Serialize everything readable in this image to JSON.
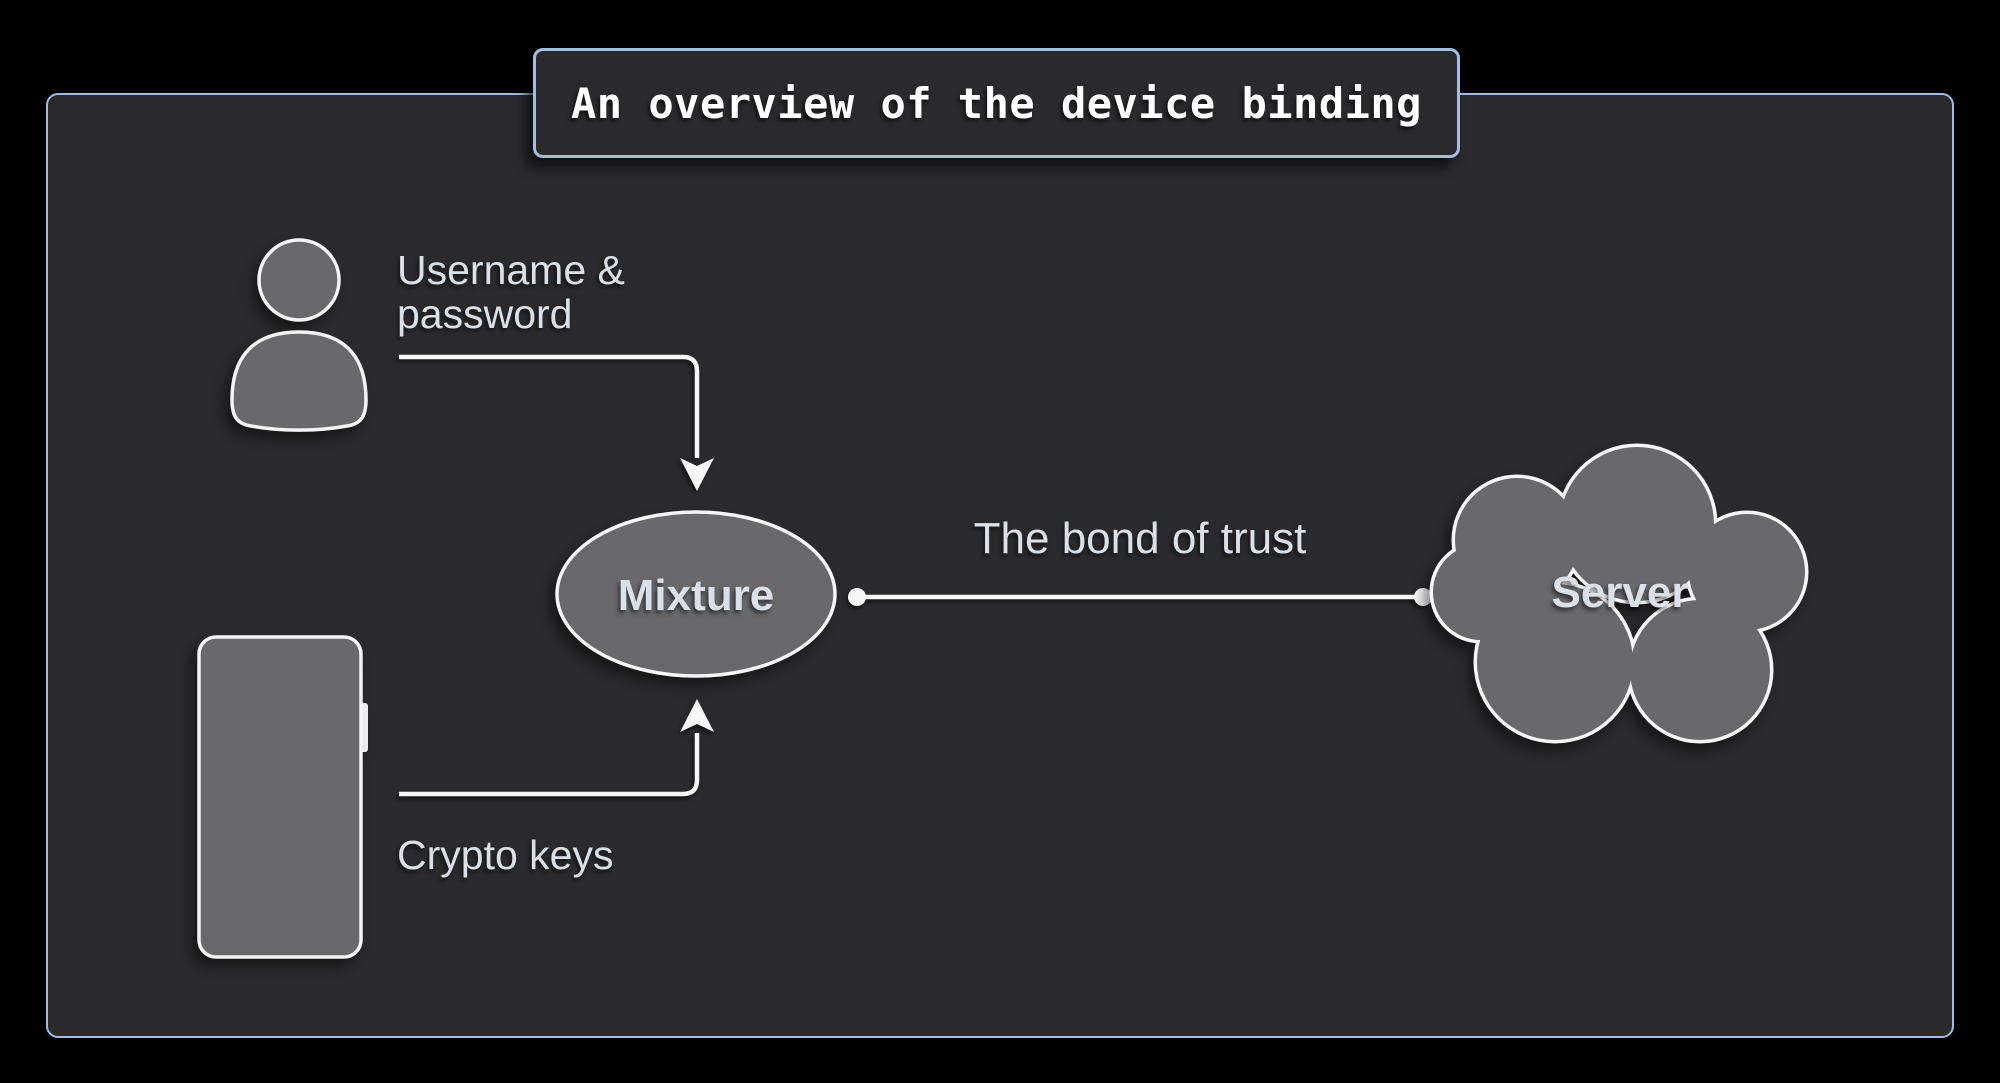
{
  "title": "An overview of the device binding",
  "labels": {
    "user_input": "Username &\npassword",
    "device_input": "Crypto keys",
    "bond": "The bond of trust"
  },
  "nodes": {
    "mixture": "Mixture",
    "server": "Server"
  },
  "icons": {
    "user": "user-icon",
    "device": "phone-icon",
    "server": "cloud-icon"
  },
  "colors": {
    "page_background": "#000000",
    "panel_fill": "#2b2b2d",
    "panel_border": "#a3bde2",
    "shape_fill": "#69696b",
    "shape_stroke": "#f6f6f6",
    "label_text": "#d9e0e8",
    "title_text": "#ffffff"
  }
}
